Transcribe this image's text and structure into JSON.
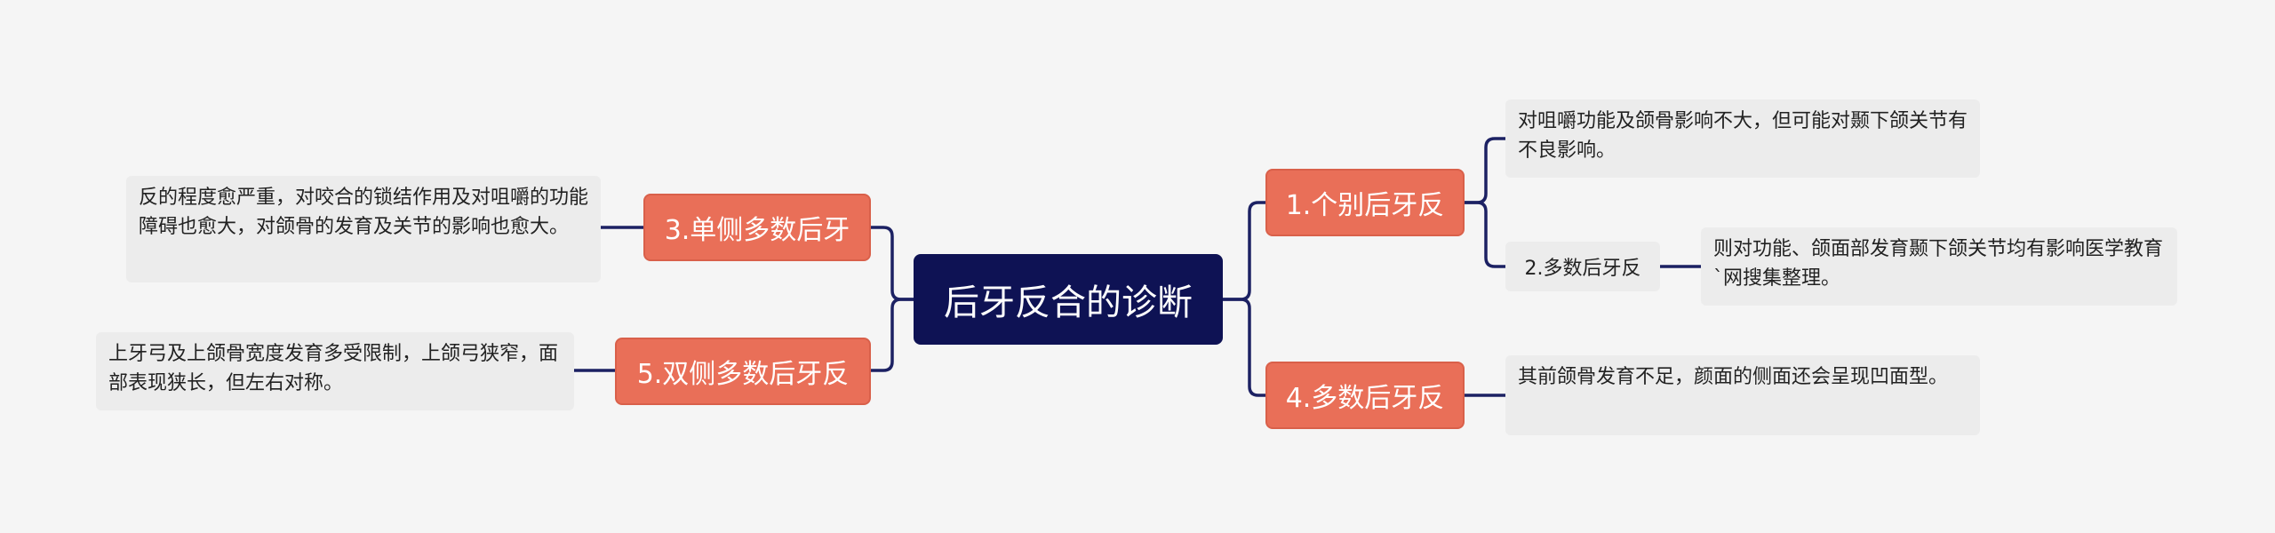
{
  "diagram": {
    "root": {
      "label": "后牙反合的诊断"
    },
    "branches": [
      {
        "id": "b1",
        "label": "1.个别后牙反"
      },
      {
        "id": "b3",
        "label": "3.单侧多数后牙"
      },
      {
        "id": "b4",
        "label": "4.多数后牙反"
      },
      {
        "id": "b5",
        "label": "5.双侧多数后牙反"
      }
    ],
    "subtopics": [
      {
        "id": "s2",
        "label": "2.多数后牙反"
      }
    ],
    "notes": [
      {
        "id": "n1",
        "text": "对咀嚼功能及颌骨影响不大，但可能对颞下颌关节有不良影响。"
      },
      {
        "id": "n2",
        "text": "则对功能、颌面部发育颞下颌关节均有影响医学教育`网搜集整理。"
      },
      {
        "id": "n3",
        "text": "反的程度愈严重，对咬合的锁结作用及对咀嚼的功能障碍也愈大，对颌骨的发育及关节的影响也愈大。"
      },
      {
        "id": "n4",
        "text": "其前颌骨发育不足，颜面的侧面还会呈现凹面型。"
      },
      {
        "id": "n5",
        "text": "上牙弓及上颌骨宽度发育多受限制，上颌弓狭窄，面部表现狭长，但左右对称。"
      }
    ],
    "colors": {
      "root_fill": "#0e1254",
      "branch_fill": "#e96f58",
      "note_fill": "#ececec",
      "connector": "#1c2163",
      "background": "#f5f5f5"
    }
  }
}
